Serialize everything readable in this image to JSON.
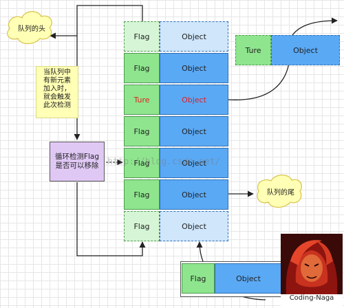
{
  "labels": {
    "flag": "Flag",
    "object": "Object",
    "ture": "Ture"
  },
  "queue_rows": [
    {
      "flag": "Flag",
      "object": "Object",
      "style": "light-top"
    },
    {
      "flag": "Flag",
      "object": "Object",
      "style": "normal"
    },
    {
      "flag": "Ture",
      "object": "Object",
      "style": "highlight"
    },
    {
      "flag": "Flag",
      "object": "Object",
      "style": "normal"
    },
    {
      "flag": "Flag",
      "object": "Object",
      "style": "normal"
    },
    {
      "flag": "Flag",
      "object": "Object",
      "style": "normal"
    },
    {
      "flag": "Flag",
      "object": "Object",
      "style": "light-bottom"
    }
  ],
  "removed_item": {
    "flag": "Ture",
    "object": "Object"
  },
  "incoming_item": {
    "flag": "Flag",
    "object": "Object"
  },
  "head_label": "队列的头",
  "tail_label": "队列的尾",
  "note_text": [
    "当队列中",
    "有新元素",
    "加入时，",
    "就会触发",
    "此次检测"
  ],
  "loop_check_text": [
    "循环检测Flag",
    "是否可以移除"
  ],
  "watermark": "http://blog.csdn.net/",
  "avatar_name": "Coding-Naga",
  "colors": {
    "flag_green": "#8ee58e",
    "object_blue": "#5aa9f5",
    "note_yellow": "#ffffb5",
    "purple_box": "#e0c8f5",
    "highlight_red": "#e02020"
  }
}
